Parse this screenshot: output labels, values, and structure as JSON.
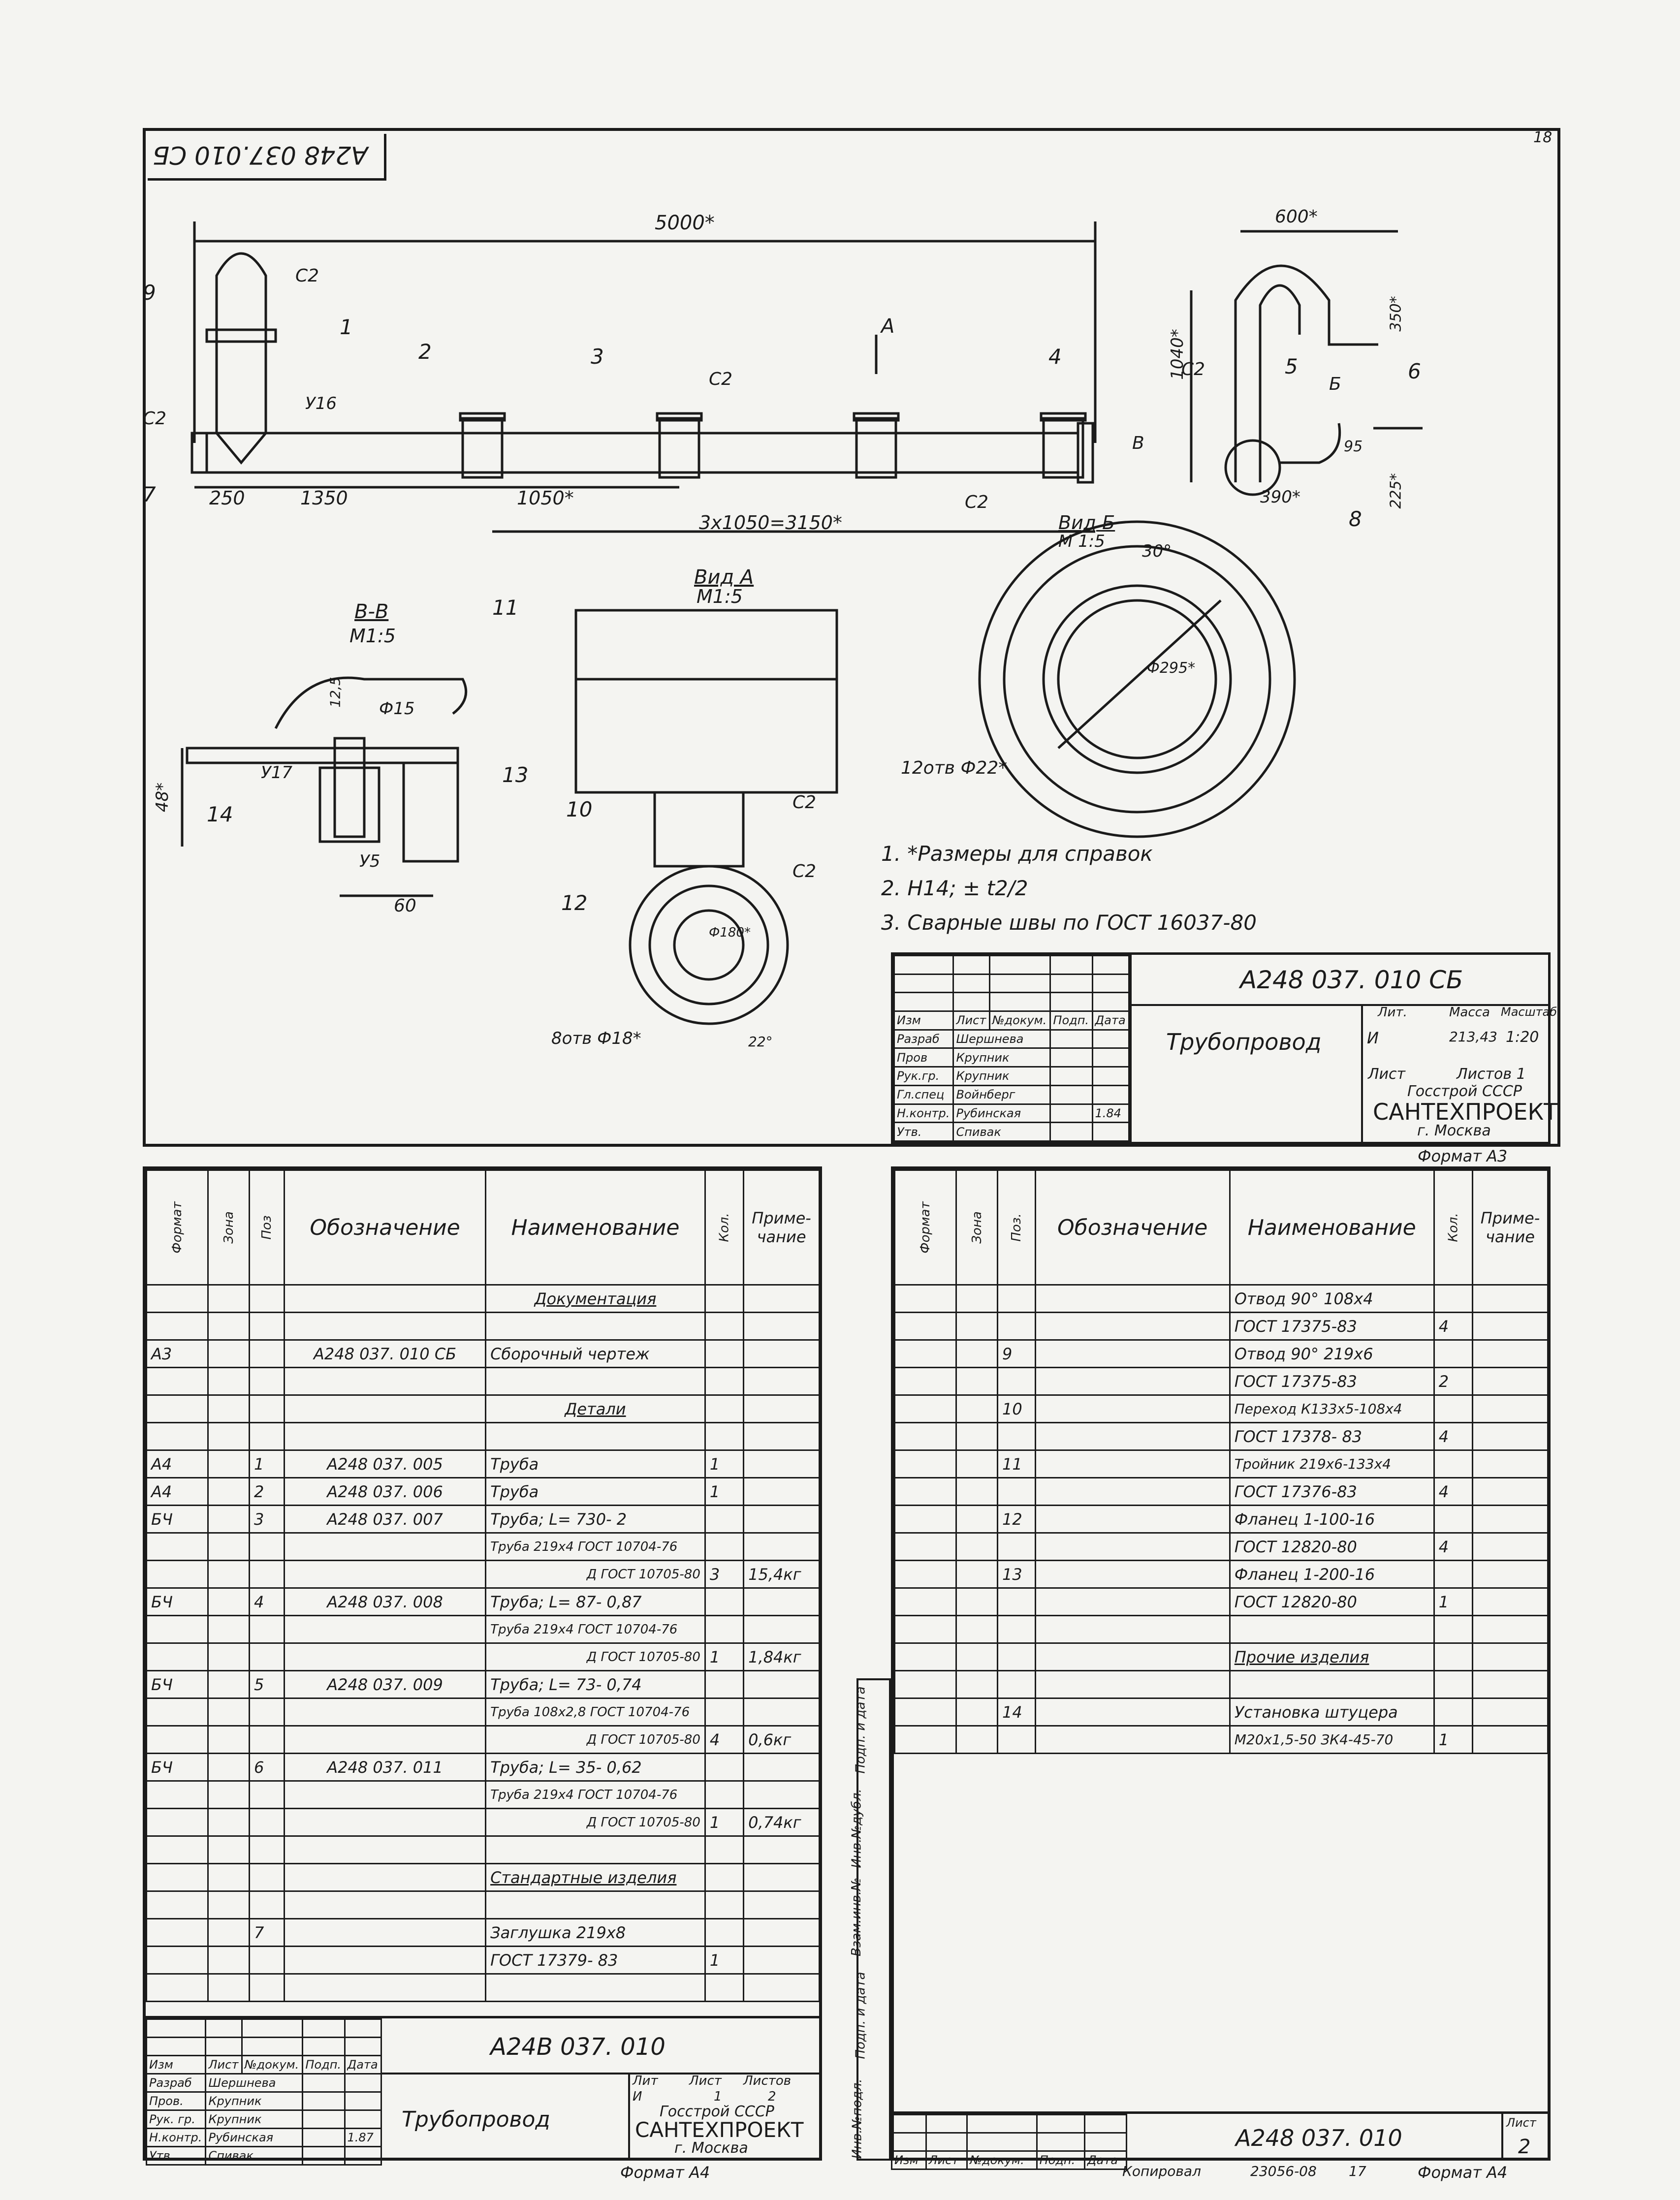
{
  "drawing": {
    "corner_code": "A248 037.010 СБ",
    "sheet_no": "18",
    "dims": {
      "overall": "5000*",
      "d_250": "250",
      "d_1350": "1350",
      "d_1050": "1050*",
      "d_3x1050": "3x1050=3150*",
      "d_600": "600*",
      "d_1040": "1040*",
      "d_390": "390*",
      "d_225": "225*",
      "d_350": "350*",
      "d_95": "95",
      "d_48": "48*",
      "d_125": "12,5",
      "d_phi15": "Ф15",
      "d_60": "60"
    },
    "positions": [
      "1",
      "2",
      "3",
      "4",
      "5",
      "6",
      "7",
      "8",
      "9",
      "10",
      "11",
      "12",
      "13",
      "14"
    ],
    "weld_c2": "C2",
    "weld_u16": "У16",
    "weld_u17": "У17",
    "weld_u5": "У5",
    "arrow_a": "A",
    "arrow_b": "Б",
    "arrow_v": "В",
    "section_vv": "В-В",
    "section_vv_scale": "М1:5",
    "view_a": "Вид А",
    "view_a_scale": "М1:5",
    "view_b": "Вид Б",
    "view_b_scale": "М 1:5",
    "view_b_angle": "30°",
    "view_b_dia": "Ф295*",
    "view_b_holes": "12отв Ф22*",
    "view_a_dia": "Ф180*",
    "view_a_dim": "22°",
    "view_a_holes": "8отв Ф18*",
    "notes": [
      "1. *Размеры для справок",
      "2. H14; ± t2/2",
      "3. Сварные швы по ГОСТ 16037-80"
    ]
  },
  "title_block_top": {
    "code": "А248 037. 010 СБ",
    "name": "Трубопровод",
    "lit_h": "Лит.",
    "mass_h": "Масса",
    "scale_h": "Масштаб",
    "lit": "И",
    "mass": "213,43",
    "scale": "1:20",
    "sheet": "Лист",
    "sheets": "Листов 1",
    "org1": "Госстрой СССР",
    "org2": "САНТЕХПРОЕКТ",
    "org3": "г. Москва",
    "format": "Формат А3",
    "col_h": [
      "Изм",
      "Лист",
      "№докум.",
      "Подп.",
      "Дата"
    ],
    "rows": [
      [
        "Разраб",
        "Шершнева"
      ],
      [
        "Пров",
        "Крупник"
      ],
      [
        "Рук.гр.",
        "Крупник"
      ],
      [
        "Гл.спец",
        "Войнберг"
      ],
      [
        "Н.контр.",
        "Рубинская"
      ],
      [
        "Утв.",
        "Спивак"
      ]
    ],
    "date_1": "1.84"
  },
  "spec_left": {
    "headers": [
      "Формат",
      "Зона",
      "Поз",
      "Обозначение",
      "Наименование",
      "Кол.",
      "Приме-чание"
    ],
    "rows": [
      [
        "",
        "",
        "",
        "",
        "Документация",
        "",
        ""
      ],
      [
        "",
        "",
        "",
        "",
        "",
        "",
        ""
      ],
      [
        "А3",
        "",
        "",
        "А248 037. 010 СБ",
        "Сборочный чертеж",
        "",
        ""
      ],
      [
        "",
        "",
        "",
        "",
        "",
        "",
        ""
      ],
      [
        "",
        "",
        "",
        "",
        "Детали",
        "",
        ""
      ],
      [
        "",
        "",
        "",
        "",
        "",
        "",
        ""
      ],
      [
        "А4",
        "",
        "1",
        "А248 037. 005",
        "Труба",
        "1",
        ""
      ],
      [
        "А4",
        "",
        "2",
        "А248 037. 006",
        "Труба",
        "1",
        ""
      ],
      [
        "БЧ",
        "",
        "3",
        "А248 037. 007",
        "Труба; L= 730- 2",
        "",
        ""
      ],
      [
        "",
        "",
        "",
        "",
        "Труба 219х4 ГОСТ 10704-76",
        "",
        ""
      ],
      [
        "",
        "",
        "",
        "",
        "Д ГОСТ 10705-80",
        "3",
        "15,4кг"
      ],
      [
        "БЧ",
        "",
        "4",
        "А248 037. 008",
        "Труба; L= 87- 0,87",
        "",
        ""
      ],
      [
        "",
        "",
        "",
        "",
        "Труба 219х4 ГОСТ 10704-76",
        "",
        ""
      ],
      [
        "",
        "",
        "",
        "",
        "Д ГОСТ 10705-80",
        "1",
        "1,84кг"
      ],
      [
        "БЧ",
        "",
        "5",
        "А248 037. 009",
        "Труба; L= 73- 0,74",
        "",
        ""
      ],
      [
        "",
        "",
        "",
        "",
        "Труба 108х2,8 ГОСТ 10704-76",
        "",
        ""
      ],
      [
        "",
        "",
        "",
        "",
        "Д ГОСТ 10705-80",
        "4",
        "0,6кг"
      ],
      [
        "БЧ",
        "",
        "6",
        "А248 037. 011",
        "Труба; L= 35- 0,62",
        "",
        ""
      ],
      [
        "",
        "",
        "",
        "",
        "Труба 219х4 ГОСТ 10704-76",
        "",
        ""
      ],
      [
        "",
        "",
        "",
        "",
        "Д ГОСТ 10705-80",
        "1",
        "0,74кг"
      ],
      [
        "",
        "",
        "",
        "",
        "",
        "",
        ""
      ],
      [
        "",
        "",
        "",
        "",
        "Стандартные изделия",
        "",
        ""
      ],
      [
        "",
        "",
        "",
        "",
        "",
        "",
        ""
      ],
      [
        "",
        "",
        "7",
        "",
        "Заглушка 219х8",
        "",
        ""
      ],
      [
        "",
        "",
        "",
        "",
        "ГОСТ 17379- 83",
        "1",
        ""
      ],
      [
        "",
        "",
        "",
        "",
        "",
        "",
        ""
      ]
    ]
  },
  "spec_right": {
    "headers": [
      "Формат",
      "Зона",
      "Поз.",
      "Обозначение",
      "Наименование",
      "Кол.",
      "Приме-чание"
    ],
    "rows": [
      [
        "",
        "",
        "",
        "",
        "Отвод 90° 108х4",
        "",
        ""
      ],
      [
        "",
        "",
        "",
        "",
        "ГОСТ 17375-83",
        "4",
        ""
      ],
      [
        "",
        "",
        "9",
        "",
        "Отвод 90° 219х6",
        "",
        ""
      ],
      [
        "",
        "",
        "",
        "",
        "ГОСТ 17375-83",
        "2",
        ""
      ],
      [
        "",
        "",
        "10",
        "",
        "Переход К133х5-108х4",
        "",
        ""
      ],
      [
        "",
        "",
        "",
        "",
        "ГОСТ 17378- 83",
        "4",
        ""
      ],
      [
        "",
        "",
        "11",
        "",
        "Тройник 219х6-133х4",
        "",
        ""
      ],
      [
        "",
        "",
        "",
        "",
        "ГОСТ 17376-83",
        "4",
        ""
      ],
      [
        "",
        "",
        "12",
        "",
        "Фланец 1-100-16",
        "",
        ""
      ],
      [
        "",
        "",
        "",
        "",
        "ГОСТ 12820-80",
        "4",
        ""
      ],
      [
        "",
        "",
        "13",
        "",
        "Фланец 1-200-16",
        "",
        ""
      ],
      [
        "",
        "",
        "",
        "",
        "ГОСТ 12820-80",
        "1",
        ""
      ],
      [
        "",
        "",
        "",
        "",
        "",
        "",
        ""
      ],
      [
        "",
        "",
        "",
        "",
        "Прочие изделия",
        "",
        ""
      ],
      [
        "",
        "",
        "",
        "",
        "",
        "",
        ""
      ],
      [
        "",
        "",
        "14",
        "",
        "Установка штуцера",
        "",
        ""
      ],
      [
        "",
        "",
        "",
        "",
        "М20х1,5-50 ЗК4-45-70",
        "1",
        ""
      ]
    ],
    "side_labels": [
      "Подп. и дата",
      "Инв.№дубл.",
      "Взам.инв.№",
      "Подп. и дата",
      "Инв.№подл."
    ],
    "bottom_code": "А248 037. 010",
    "sheet_h": "Лист",
    "sheet": "2",
    "format": "Формат А4",
    "copy": "Копировал",
    "order": "23056-08",
    "order_n": "17",
    "col_h": [
      "Изм",
      "Лист",
      "№докум.",
      "Подп.",
      "Дата"
    ]
  },
  "title_block_left": {
    "code": "А24В 037. 010",
    "name": "Трубопровод",
    "lit_h": "Лит",
    "sheet_h": "Лист",
    "sheets_h": "Листов",
    "lit": "И",
    "sheet": "1",
    "sheets": "2",
    "org1": "Госстрой СССР",
    "org2": "САНТЕХПРОЕКТ",
    "org3": "г. Москва",
    "format": "Формат А4",
    "col_h": [
      "Изм",
      "Лист",
      "№докум.",
      "Подп.",
      "Дата"
    ],
    "rows": [
      [
        "Разраб",
        "Шершнева"
      ],
      [
        "Пров.",
        "Крупник"
      ],
      [
        "Рук. гр.",
        "Крупник"
      ],
      [
        "Н.контр.",
        "Рубинская"
      ],
      [
        "Утв",
        "Спивак"
      ]
    ],
    "date_1": "1.87"
  }
}
